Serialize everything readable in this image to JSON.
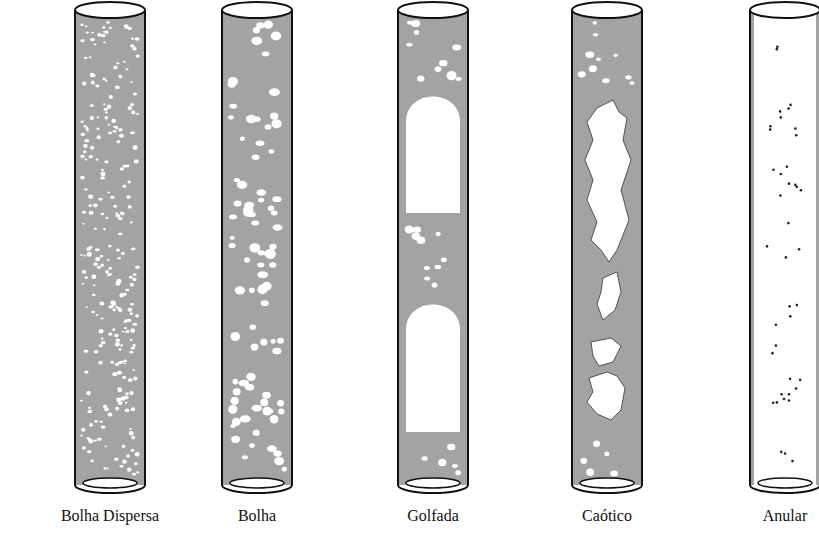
{
  "diagram": {
    "labels": [
      "Bolha Dispersa",
      "Bolha",
      "Golfada",
      "Caótico",
      "Anular"
    ]
  }
}
